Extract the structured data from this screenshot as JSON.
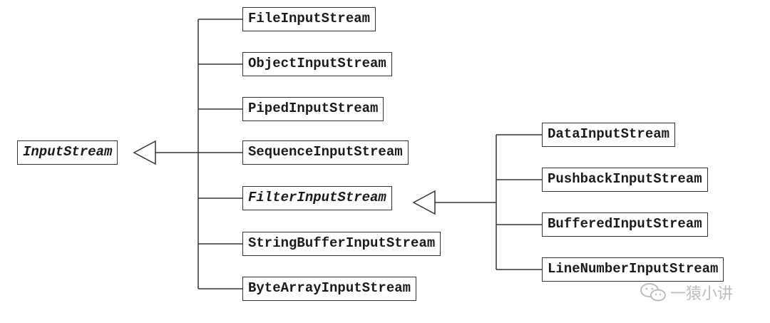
{
  "diagram": {
    "root": {
      "label": "InputStream",
      "abstract": true
    },
    "direct_subclasses": [
      {
        "label": "FileInputStream"
      },
      {
        "label": "ObjectInputStream"
      },
      {
        "label": "PipedInputStream"
      },
      {
        "label": "SequenceInputStream"
      },
      {
        "label": "FilterInputStream",
        "abstract": true
      },
      {
        "label": "StringBufferInputStream"
      },
      {
        "label": "ByteArrayInputStream"
      }
    ],
    "filter_subclasses": [
      {
        "label": "DataInputStream"
      },
      {
        "label": "PushbackInputStream"
      },
      {
        "label": "BufferedInputStream"
      },
      {
        "label": "LineNumberInputStream"
      }
    ],
    "colors": {
      "line": "#333333",
      "text": "#1a1a1a",
      "watermark": "#bdbdbd"
    }
  },
  "watermark": {
    "text": "一猿小讲",
    "icon": "wechat-icon"
  }
}
